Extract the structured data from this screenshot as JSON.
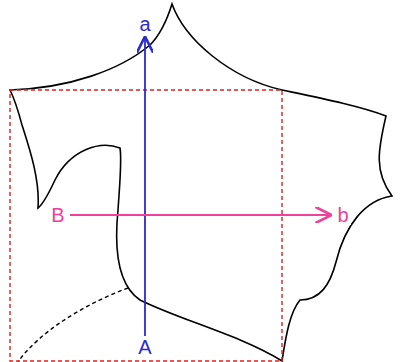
{
  "diagram": {
    "labels": [
      "a",
      "A",
      "B",
      "b"
    ]
  }
}
